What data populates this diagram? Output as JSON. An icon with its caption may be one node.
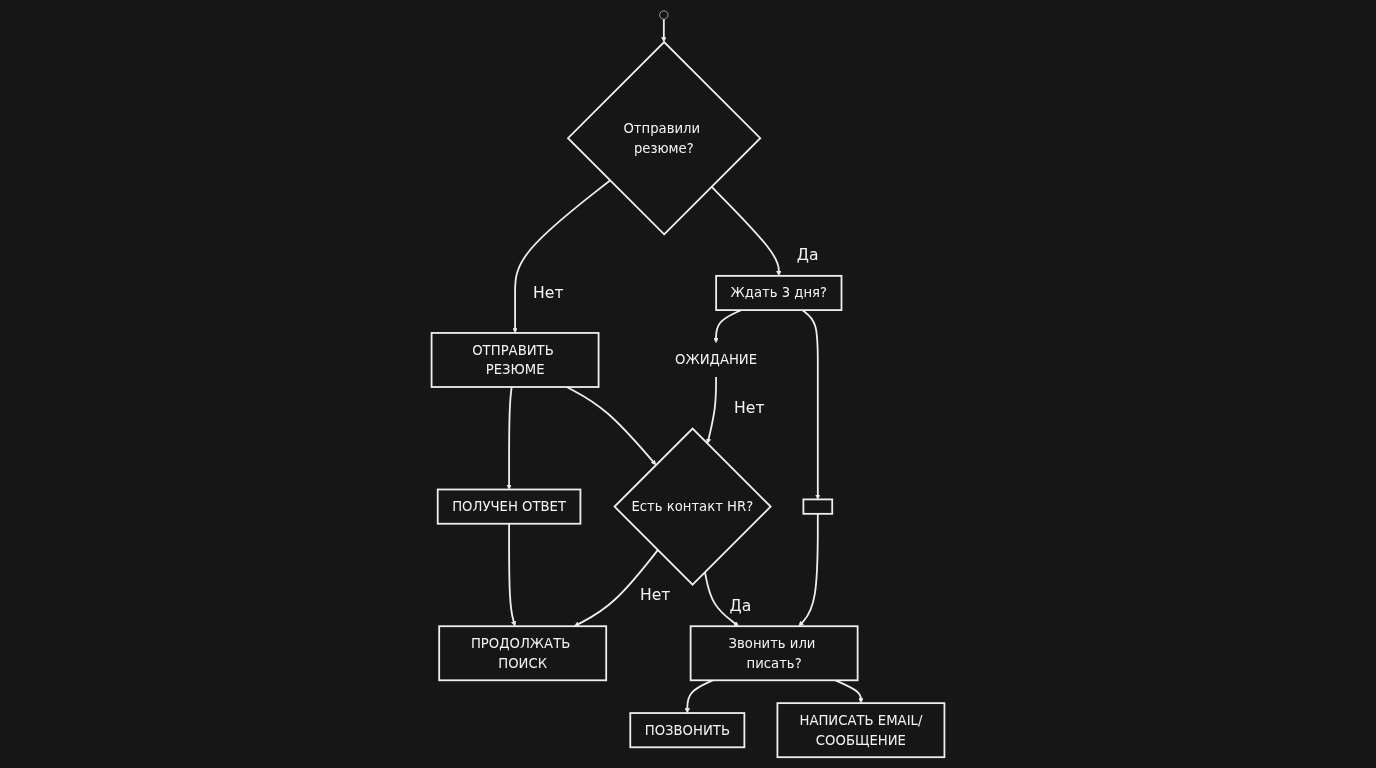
{
  "diagram": {
    "nodes": [
      {
        "text": [],
        "shape": "circle"
      },
      {
        "text": [
          "Отправили резюме?"
        ]
      },
      {
        "text": [
          "ОТПРАВИТЬ РЕЗЮМЕ"
        ]
      },
      {
        "text": [
          "ПОЛУЧЕН ОТВЕТ"
        ]
      },
      {
        "text": [
          "ПРОДОЛЖАТЬ ПОИСК"
        ]
      },
      {
        "text": [
          "Есть контакт HR?"
        ]
      },
      {
        "text": [
          "Ждать 3 дня?"
        ]
      },
      {
        "text": [
          "ОЖИДАНИЕ"
        ]
      },
      {
        "text": [
          "Звонить или писать?"
        ]
      },
      {
        "text": [
          "ПОЗВОНИТЬ"
        ]
      },
      {
        "text": [
          "НАПИСАТЬ EMAIL/СООБЩЕНИЕ"
        ]
      },
      {
        "text": [],
        "shape": "box"
      }
    ],
    "edges": [
      {
        "from": 0,
        "to": 1,
        "arrow": "to"
      },
      {
        "from": 1,
        "to": 2,
        "label": "Нет",
        "arrow": "to"
      },
      {
        "from": 1,
        "to": 6,
        "label": "Да",
        "arrow": "to"
      },
      {
        "from": 2,
        "to": 3,
        "arrow": "to"
      },
      {
        "from": 3,
        "to": 4,
        "arrow": "to"
      },
      {
        "from": 2,
        "to": 5,
        "arrow": "to"
      },
      {
        "from": 5,
        "to": 4,
        "label": "Нет",
        "arrow": "to"
      },
      {
        "from": 6,
        "to": 7,
        "arrow": "to"
      },
      {
        "from": 7,
        "to": 5,
        "label": "Нет",
        "arrow": "to"
      },
      {
        "from": 5,
        "to": 8,
        "label": "Да",
        "arrow": "to"
      },
      {
        "from": 8,
        "to": 9,
        "arrow": "to"
      },
      {
        "from": 8,
        "to": 10,
        "arrow": "to"
      },
      {
        "from": 6,
        "to": 11,
        "arrow": "to"
      },
      {
        "from": 11,
        "to": 8,
        "arrow": "to"
      }
    ]
  }
}
